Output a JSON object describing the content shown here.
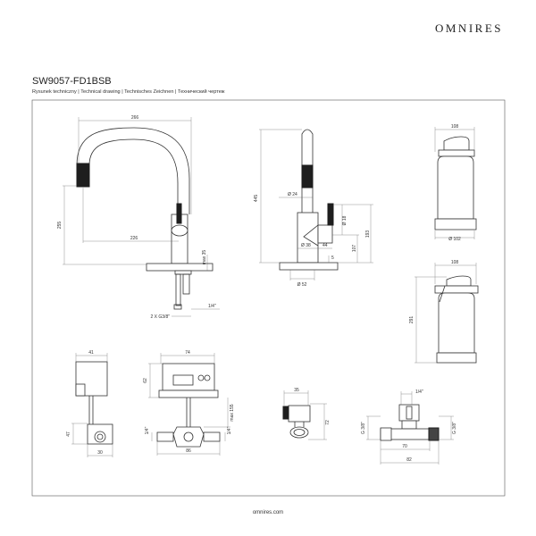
{
  "header": {
    "brand": "OMNIRES",
    "product_code": "SW9057-FD1BSB",
    "subtitle": "Rysunek techniczny | Technical drawing | Technisches Zeichnen | Технический чертеж"
  },
  "footer": {
    "website": "omnires.com"
  },
  "faucet_front": {
    "width": "266",
    "height": "255",
    "reach": "226",
    "max_deck": "max 35",
    "hose_small": "1/4\"",
    "hoses": "2 X G3/8\""
  },
  "faucet_side": {
    "total_height": "445",
    "spout_dia": "Ø 24",
    "handle_dia": "Ø 18",
    "body_dia": "Ø 38",
    "handle_depth": "44",
    "handle_axis": "107",
    "handle_top": "193",
    "base_thickness": "5",
    "base_dia": "Ø 52"
  },
  "filter_front": {
    "width": "108",
    "diameter": "Ø 102"
  },
  "filter_side": {
    "width": "108",
    "height": "291"
  },
  "meter_side": {
    "width": "41",
    "base_height": "47",
    "base_width": "30"
  },
  "meter_front": {
    "width": "74",
    "height": "62",
    "cable": "max 155",
    "port_left": "1/4\"",
    "port_right": "1/4\"",
    "fitting_width": "86"
  },
  "valve_side": {
    "width": "35",
    "height": "72"
  },
  "tee_valve": {
    "top_port": "1/4\"",
    "left_port": "G 3/8\"",
    "right_port": "G 3/8\"",
    "inner_length": "70",
    "total_length": "82"
  }
}
